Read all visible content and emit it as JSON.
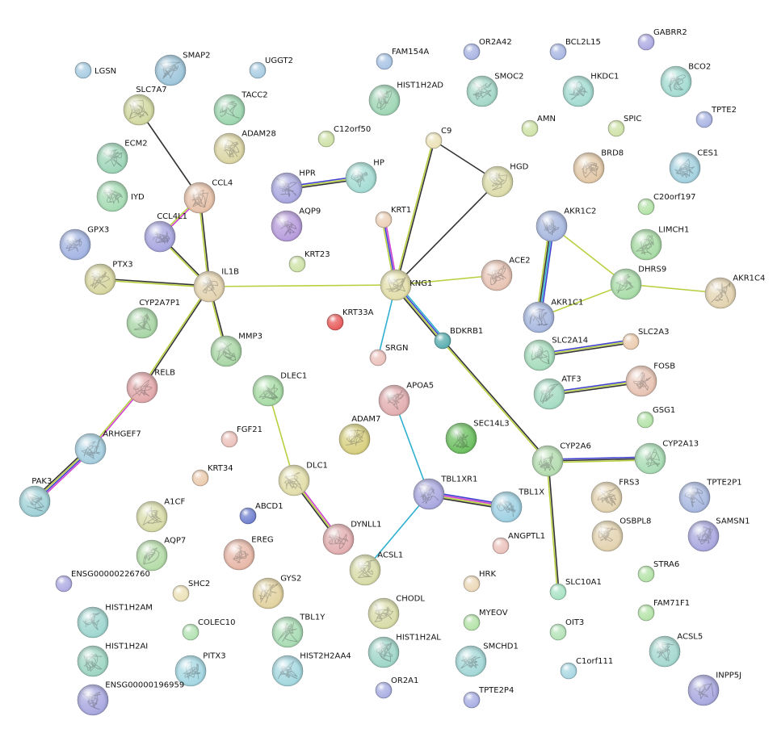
{
  "nodes": [
    {
      "id": "LGSN",
      "label": "LGSN",
      "color": "#a9cde3",
      "type": "small"
    },
    {
      "id": "SMAP2",
      "label": "SMAP2",
      "color": "#9fc7dc",
      "type": "struct"
    },
    {
      "id": "UGGT2",
      "label": "UGGT2",
      "color": "#a9cde3",
      "type": "small"
    },
    {
      "id": "SLC7A7",
      "label": "SLC7A7",
      "color": "#d3d9a1",
      "type": "struct"
    },
    {
      "id": "TACC2",
      "label": "TACC2",
      "color": "#9ed6b0",
      "type": "struct"
    },
    {
      "id": "ADAM28",
      "label": "ADAM28",
      "color": "#dcd6a5",
      "type": "struct"
    },
    {
      "id": "ECM2",
      "label": "ECM2",
      "color": "#9ed6b8",
      "type": "struct"
    },
    {
      "id": "IYD",
      "label": "IYD",
      "color": "#a6dcb4",
      "type": "struct"
    },
    {
      "id": "CCL4",
      "label": "CCL4",
      "color": "#e7c2aa",
      "type": "struct"
    },
    {
      "id": "GPX3",
      "label": "GPX3",
      "color": "#a3b4e3",
      "type": "struct"
    },
    {
      "id": "CCL4L1",
      "label": "CCL4L1",
      "color": "#a8a6e0",
      "type": "struct"
    },
    {
      "id": "PTX3",
      "label": "PTX3",
      "color": "#d8d7a1",
      "type": "struct"
    },
    {
      "id": "IL1B",
      "label": "IL1B",
      "color": "#e3d3b0",
      "type": "struct"
    },
    {
      "id": "CYP2A7P1",
      "label": "CYP2A7P1",
      "color": "#a8d6a6",
      "type": "struct"
    },
    {
      "id": "MMP3",
      "label": "MMP3",
      "color": "#a9d6a5",
      "type": "struct"
    },
    {
      "id": "RELB",
      "label": "RELB",
      "color": "#e3a9ab",
      "type": "struct"
    },
    {
      "id": "ARHGEF7",
      "label": "ARHGEF7",
      "color": "#a6cfe0",
      "type": "struct"
    },
    {
      "id": "PAK3",
      "label": "PAK3",
      "color": "#9fd1d7",
      "type": "struct"
    },
    {
      "id": "FAM154A",
      "label": "FAM154A",
      "color": "#a9c4e5",
      "type": "small"
    },
    {
      "id": "HIST1H2AD",
      "label": "HIST1H2AD",
      "color": "#9fd6b5",
      "type": "struct"
    },
    {
      "id": "C12orf50",
      "label": "C12orf50",
      "color": "#cfe2a8",
      "type": "small"
    },
    {
      "id": "HPR",
      "label": "HPR",
      "color": "#a9a8e0",
      "type": "struct"
    },
    {
      "id": "HP",
      "label": "HP",
      "color": "#a4dcd4",
      "type": "struct"
    },
    {
      "id": "AQP9",
      "label": "AQP9",
      "color": "#b79cdc",
      "type": "struct"
    },
    {
      "id": "KRT23",
      "label": "KRT23",
      "color": "#cfe3a8",
      "type": "small"
    },
    {
      "id": "OR2A42",
      "label": "OR2A42",
      "color": "#a9b4e3",
      "type": "small"
    },
    {
      "id": "SMOC2",
      "label": "SMOC2",
      "color": "#a4d8c8",
      "type": "struct"
    },
    {
      "id": "BCL2L15",
      "label": "BCL2L15",
      "color": "#a9b7e3",
      "type": "small"
    },
    {
      "id": "HKDC1",
      "label": "HKDC1",
      "color": "#a4dcd2",
      "type": "struct"
    },
    {
      "id": "GABRR2",
      "label": "GABRR2",
      "color": "#aeaae3",
      "type": "small"
    },
    {
      "id": "BCO2",
      "label": "BCO2",
      "color": "#a4dcd2",
      "type": "struct"
    },
    {
      "id": "TPTE2",
      "label": "TPTE2",
      "color": "#a9b4e3",
      "type": "small"
    },
    {
      "id": "AMN",
      "label": "AMN",
      "color": "#cfe3a8",
      "type": "small"
    },
    {
      "id": "SPIC",
      "label": "SPIC",
      "color": "#cfe3a8",
      "type": "small"
    },
    {
      "id": "C9",
      "label": "C9",
      "color": "#ece2b8",
      "type": "small"
    },
    {
      "id": "HGD",
      "label": "HGD",
      "color": "#dcdcaa",
      "type": "struct"
    },
    {
      "id": "BRD8",
      "label": "BRD8",
      "color": "#e3c9a8",
      "type": "struct"
    },
    {
      "id": "CES1",
      "label": "CES1",
      "color": "#a4d2e0",
      "type": "struct"
    },
    {
      "id": "C20orf197",
      "label": "C20orf197",
      "color": "#b4e3a8",
      "type": "small"
    },
    {
      "id": "KRT1",
      "label": "KRT1",
      "color": "#ecd0b8",
      "type": "small"
    },
    {
      "id": "KNG1",
      "label": "KNG1",
      "color": "#e3deaa",
      "type": "struct"
    },
    {
      "id": "ACE2",
      "label": "ACE2",
      "color": "#e8c4b4",
      "type": "struct"
    },
    {
      "id": "AKR1C2",
      "label": "AKR1C2",
      "color": "#a8b8e0",
      "type": "struct"
    },
    {
      "id": "LIMCH1",
      "label": "LIMCH1",
      "color": "#a8dca6",
      "type": "struct"
    },
    {
      "id": "DHRS9",
      "label": "DHRS9",
      "color": "#a8dca8",
      "type": "struct"
    },
    {
      "id": "AKR1C4",
      "label": "AKR1C4",
      "color": "#e3d3b0",
      "type": "struct"
    },
    {
      "id": "AKR1C1",
      "label": "AKR1C1",
      "color": "#a8b8e0",
      "type": "struct"
    },
    {
      "id": "KRT33A",
      "label": "KRT33A",
      "color": "#e85a5a",
      "type": "small"
    },
    {
      "id": "BDKRB1",
      "label": "BDKRB1",
      "color": "#5aaeb0",
      "type": "small"
    },
    {
      "id": "SRGN",
      "label": "SRGN",
      "color": "#ecc2bc",
      "type": "small"
    },
    {
      "id": "SLC2A14",
      "label": "SLC2A14",
      "color": "#a6dcbc",
      "type": "struct"
    },
    {
      "id": "SLC2A3",
      "label": "SLC2A3",
      "color": "#ecccb0",
      "type": "small"
    },
    {
      "id": "ATF3",
      "label": "ATF3",
      "color": "#a6dcc4",
      "type": "struct"
    },
    {
      "id": "FOSB",
      "label": "FOSB",
      "color": "#e8c4b4",
      "type": "struct"
    },
    {
      "id": "GSG1",
      "label": "GSG1",
      "color": "#b4e3a8",
      "type": "small"
    },
    {
      "id": "DLEC1",
      "label": "DLEC1",
      "color": "#a8dca6",
      "type": "struct"
    },
    {
      "id": "APOA5",
      "label": "APOA5",
      "color": "#e3aeb0",
      "type": "struct"
    },
    {
      "id": "ADAM7",
      "label": "ADAM7",
      "color": "#d8d080",
      "type": "struct"
    },
    {
      "id": "SEC14L3",
      "label": "SEC14L3",
      "color": "#6cc060",
      "type": "struct"
    },
    {
      "id": "CYP2A6",
      "label": "CYP2A6",
      "color": "#b4dcb0",
      "type": "struct"
    },
    {
      "id": "CYP2A13",
      "label": "CYP2A13",
      "color": "#a8dcb4",
      "type": "struct"
    },
    {
      "id": "FGF21",
      "label": "FGF21",
      "color": "#ecc2bc",
      "type": "small"
    },
    {
      "id": "KRT34",
      "label": "KRT34",
      "color": "#ecccb0",
      "type": "small"
    },
    {
      "id": "DLC1",
      "label": "DLC1",
      "color": "#e3deaa",
      "type": "struct"
    },
    {
      "id": "TBL1XR1",
      "label": "TBL1XR1",
      "color": "#a9a8e0",
      "type": "struct"
    },
    {
      "id": "TBL1X",
      "label": "TBL1X",
      "color": "#9fd1e3",
      "type": "struct"
    },
    {
      "id": "FRS3",
      "label": "FRS3",
      "color": "#e3d3b0",
      "type": "struct"
    },
    {
      "id": "TPTE2P1",
      "label": "TPTE2P1",
      "color": "#a8b8e0",
      "type": "struct"
    },
    {
      "id": "A1CF",
      "label": "A1CF",
      "color": "#d8dca8",
      "type": "struct"
    },
    {
      "id": "ABCD1",
      "label": "ABCD1",
      "color": "#7080d0",
      "type": "small"
    },
    {
      "id": "DYNLL1",
      "label": "DYNLL1",
      "color": "#e3aeb0",
      "type": "struct"
    },
    {
      "id": "ANGPTL1",
      "label": "ANGPTL1",
      "color": "#ecc2bc",
      "type": "small"
    },
    {
      "id": "OSBPL8",
      "label": "OSBPL8",
      "color": "#e3d3b0",
      "type": "struct"
    },
    {
      "id": "SAMSN1",
      "label": "SAMSN1",
      "color": "#a9a8e0",
      "type": "struct"
    },
    {
      "id": "AQP7",
      "label": "AQP7",
      "color": "#b4dca8",
      "type": "struct"
    },
    {
      "id": "EREG",
      "label": "EREG",
      "color": "#e8b8a8",
      "type": "struct"
    },
    {
      "id": "ACSL1",
      "label": "ACSL1",
      "color": "#d8dca8",
      "type": "struct"
    },
    {
      "id": "ENSG00000226760",
      "label": "ENSG00000226760",
      "color": "#aeaae3",
      "type": "small"
    },
    {
      "id": "SHC2",
      "label": "SHC2",
      "color": "#ece2b8",
      "type": "small"
    },
    {
      "id": "GYS2",
      "label": "GYS2",
      "color": "#e3d3a0",
      "type": "struct"
    },
    {
      "id": "HRK",
      "label": "HRK",
      "color": "#ecd8b8",
      "type": "small"
    },
    {
      "id": "STRA6",
      "label": "STRA6",
      "color": "#b4e3a8",
      "type": "small"
    },
    {
      "id": "SLC10A1",
      "label": "SLC10A1",
      "color": "#a8e3c4",
      "type": "small"
    },
    {
      "id": "HIST1H2AM",
      "label": "HIST1H2AM",
      "color": "#9fd6d0",
      "type": "struct"
    },
    {
      "id": "COLEC10",
      "label": "COLEC10",
      "color": "#b4e3b4",
      "type": "small"
    },
    {
      "id": "TBL1Y",
      "label": "TBL1Y",
      "color": "#a8dcb4",
      "type": "struct"
    },
    {
      "id": "CHODL",
      "label": "CHODL",
      "color": "#d8dca8",
      "type": "struct"
    },
    {
      "id": "MYEOV",
      "label": "MYEOV",
      "color": "#b4e3a8",
      "type": "small"
    },
    {
      "id": "FAM71F1",
      "label": "FAM71F1",
      "color": "#b4e3a8",
      "type": "small"
    },
    {
      "id": "OIT3",
      "label": "OIT3",
      "color": "#b4e3b8",
      "type": "small"
    },
    {
      "id": "HIST1H2AI",
      "label": "HIST1H2AI",
      "color": "#9fd6c4",
      "type": "struct"
    },
    {
      "id": "PITX3",
      "label": "PITX3",
      "color": "#a4d8e3",
      "type": "struct"
    },
    {
      "id": "HIST1H2AL",
      "label": "HIST1H2AL",
      "color": "#9fd6c8",
      "type": "struct"
    },
    {
      "id": "SMCHD1",
      "label": "SMCHD1",
      "color": "#a4d8d8",
      "type": "struct"
    },
    {
      "id": "C1orf111",
      "label": "C1orf111",
      "color": "#a9d8e3",
      "type": "small"
    },
    {
      "id": "ACSL5",
      "label": "ACSL5",
      "color": "#a4d8d0",
      "type": "struct"
    },
    {
      "id": "HIST2H2AA4",
      "label": "HIST2H2AA4",
      "color": "#a4d8e0",
      "type": "struct"
    },
    {
      "id": "INPP5J",
      "label": "INPP5J",
      "color": "#a8a8e0",
      "type": "struct"
    },
    {
      "id": "ENSG00000196959",
      "label": "ENSG00000196959",
      "color": "#a8a8e0",
      "type": "struct"
    },
    {
      "id": "OR2A1",
      "label": "OR2A1",
      "color": "#a9aee3",
      "type": "small"
    },
    {
      "id": "TPTE2P4",
      "label": "TPTE2P4",
      "color": "#a9aee3",
      "type": "small"
    }
  ],
  "edges": [
    {
      "source": "SLC7A7",
      "target": "CCL4",
      "colors": [
        "#333333"
      ]
    },
    {
      "source": "CCL4",
      "target": "CCL4L1",
      "colors": [
        "#d040d0",
        "#b8d040"
      ]
    },
    {
      "source": "CCL4",
      "target": "IL1B",
      "colors": [
        "#333333",
        "#b8d040"
      ]
    },
    {
      "source": "CCL4L1",
      "target": "IL1B",
      "colors": [
        "#333333",
        "#b8d040"
      ]
    },
    {
      "source": "PTX3",
      "target": "IL1B",
      "colors": [
        "#333333",
        "#b8d040"
      ]
    },
    {
      "source": "IL1B",
      "target": "MMP3",
      "colors": [
        "#333333",
        "#b8d040"
      ]
    },
    {
      "source": "IL1B",
      "target": "RELB",
      "colors": [
        "#333333",
        "#b8d040"
      ]
    },
    {
      "source": "IL1B",
      "target": "KNG1",
      "colors": [
        "#b8d040"
      ]
    },
    {
      "source": "RELB",
      "target": "ARHGEF7",
      "colors": [
        "#d040d0",
        "#b8d040"
      ]
    },
    {
      "source": "ARHGEF7",
      "target": "PAK3",
      "colors": [
        "#d040d0",
        "#4040d0",
        "#b8d040",
        "#333333"
      ]
    },
    {
      "source": "HPR",
      "target": "HP",
      "colors": [
        "#4040d0",
        "#b8d040",
        "#333333"
      ]
    },
    {
      "source": "C9",
      "target": "KNG1",
      "colors": [
        "#333333",
        "#b8d040"
      ]
    },
    {
      "source": "C9",
      "target": "HGD",
      "colors": [
        "#333333"
      ]
    },
    {
      "source": "HGD",
      "target": "KNG1",
      "colors": [
        "#333333"
      ]
    },
    {
      "source": "KRT1",
      "target": "KNG1",
      "colors": [
        "#d040d0",
        "#4040d0",
        "#b8d040"
      ]
    },
    {
      "source": "KNG1",
      "target": "ACE2",
      "colors": [
        "#b8d040"
      ]
    },
    {
      "source": "KNG1",
      "target": "SRGN",
      "colors": [
        "#30b0d0"
      ]
    },
    {
      "source": "KNG1",
      "target": "BDKRB1",
      "colors": [
        "#30b0d0",
        "#4040d0",
        "#b8d040",
        "#333333"
      ]
    },
    {
      "source": "BDKRB1",
      "target": "CYP2A6",
      "colors": [
        "#333333",
        "#b8d040"
      ]
    },
    {
      "source": "AKR1C2",
      "target": "AKR1C1",
      "colors": [
        "#4040d0",
        "#30b0d0",
        "#333333",
        "#b8d040"
      ]
    },
    {
      "source": "AKR1C2",
      "target": "DHRS9",
      "colors": [
        "#b8d040"
      ]
    },
    {
      "source": "AKR1C1",
      "target": "DHRS9",
      "colors": [
        "#b8d040"
      ]
    },
    {
      "source": "DHRS9",
      "target": "AKR1C4",
      "colors": [
        "#b8d040"
      ]
    },
    {
      "source": "SLC2A14",
      "target": "SLC2A3",
      "colors": [
        "#4040d0",
        "#b8d040",
        "#333333"
      ]
    },
    {
      "source": "ATF3",
      "target": "FOSB",
      "colors": [
        "#4040d0",
        "#b8d040",
        "#333333"
      ]
    },
    {
      "source": "CYP2A6",
      "target": "CYP2A13",
      "colors": [
        "#4040d0",
        "#333333",
        "#b8d040"
      ]
    },
    {
      "source": "CYP2A6",
      "target": "SLC10A1",
      "colors": [
        "#333333",
        "#b8d040"
      ]
    },
    {
      "source": "DLEC1",
      "target": "DLC1",
      "colors": [
        "#b8d040"
      ]
    },
    {
      "source": "DLC1",
      "target": "DYNLL1",
      "colors": [
        "#d040d0",
        "#b8d040",
        "#333333"
      ]
    },
    {
      "source": "APOA5",
      "target": "TBL1XR1",
      "colors": [
        "#30b0d0"
      ]
    },
    {
      "source": "TBL1XR1",
      "target": "ACSL1",
      "colors": [
        "#30b0d0"
      ]
    },
    {
      "source": "TBL1XR1",
      "target": "TBL1X",
      "colors": [
        "#4040d0",
        "#d040d0",
        "#b8d040",
        "#333333"
      ]
    }
  ]
}
